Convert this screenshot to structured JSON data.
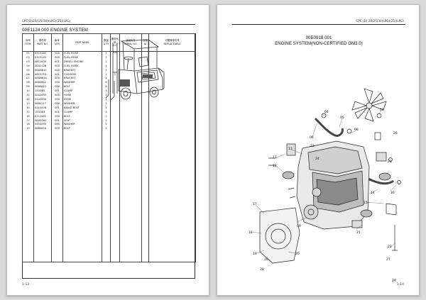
{
  "left_page": {
    "header": "CPC(D)20/(25/30)(LPG)(25)(LPG)",
    "section_title": "00E1124 000 ENGINE SYSTEM",
    "page_number": "1-13",
    "columns": [
      {
        "zh": "序号",
        "en": "ITEM"
      },
      {
        "zh": "零件号",
        "en": "PART NO."
      },
      {
        "zh": "版本",
        "en": "VER"
      },
      {
        "zh": "",
        "en": "PART NAME"
      },
      {
        "zh": "数量",
        "en": "Q'TY"
      },
      {
        "zh": "服务代码",
        "en": "S.C"
      },
      {
        "zh": "适用机号",
        "en": "SERIAL NO."
      },
      {
        "zh": "互换IA",
        "en": ""
      },
      {
        "zh": "可替换零件号",
        "en": "REPLACEABLE"
      }
    ],
    "rows": [
      {
        "item": "01",
        "part": "05C3162",
        "ver": "000",
        "name": "FUEL HOSE",
        "qty": "1",
        "sc": ""
      },
      {
        "item": "02",
        "part": "05C3163",
        "ver": "000",
        "name": "FUEL HOSE",
        "qty": "1",
        "sc": ""
      },
      {
        "item": "03",
        "part": "48C1630",
        "ver": "001",
        "name": "DIESEL ENGINE",
        "qty": "1",
        "sc": ""
      },
      {
        "item": "04",
        "part": "30A2128",
        "ver": "000",
        "name": "FUEL HOSE",
        "qty": "1",
        "sc": ""
      },
      {
        "item": "05",
        "part": "08DB815",
        "ver": "000",
        "name": "BRACKET",
        "qty": "1",
        "sc": ""
      },
      {
        "item": "06",
        "part": "48C3753",
        "ver": "001",
        "name": "CUSHION",
        "qty": "2",
        "sc": "2"
      },
      {
        "item": "07",
        "part": "08DB816",
        "ver": "000",
        "name": "BRACKET",
        "qty": "1",
        "sc": ""
      },
      {
        "item": "08",
        "part": "0880802",
        "ver": "000",
        "name": "WASHER",
        "qty": "8",
        "sc": ""
      },
      {
        "item": "09",
        "part": "0880812",
        "ver": "000",
        "name": "BOLT",
        "qty": "8",
        "sc": ""
      },
      {
        "item": "10",
        "part": "15G085",
        "ver": "001",
        "name": "CLAMP",
        "qty": "4",
        "sc": ""
      },
      {
        "item": "11",
        "part": "32A1633",
        "ver": "000",
        "name": "HOSE",
        "qty": "1",
        "sc": ""
      },
      {
        "item": "12",
        "part": "32A1634",
        "ver": "000",
        "name": "HOSE",
        "qty": "1",
        "sc": ""
      },
      {
        "item": "13",
        "part": "0880117",
        "ver": "000",
        "name": "WASHER",
        "qty": "2",
        "sc": ""
      },
      {
        "item": "14",
        "part": "0210008",
        "ver": "001",
        "name": "BANJO BOLT",
        "qty": "1",
        "sc": ""
      },
      {
        "item": "15",
        "part": "15G083",
        "ver": "001",
        "name": "CLAMP",
        "qty": "5",
        "sc": ""
      },
      {
        "item": "16",
        "part": "0112085",
        "ver": "000",
        "name": "BOLT",
        "qty": "1",
        "sc": ""
      },
      {
        "item": "17",
        "part": "08H2061",
        "ver": "001",
        "name": "SEAT",
        "qty": "1",
        "sc": ""
      },
      {
        "item": "18",
        "part": "0450090",
        "ver": "000",
        "name": "WASHER",
        "qty": "2",
        "sc": ""
      },
      {
        "item": "19",
        "part": "0880856",
        "ver": "000",
        "name": "BOLT",
        "qty": "2",
        "sc": ""
      }
    ]
  },
  "right_page": {
    "header": "CPC (D) 20/25/30(LPG)(25)(LPG)",
    "diagram_code": "00E0918 001",
    "diagram_title": "ENGINE SYSTEM(NON-CERTIFIED GM3.0)",
    "page_number": "1-14",
    "callouts": [
      "04",
      "05",
      "06",
      "08",
      "09",
      "10",
      "11",
      "12",
      "13",
      "14",
      "15",
      "16",
      "17",
      "18",
      "19",
      "20",
      "21",
      "22",
      "23",
      "24",
      "25",
      "26",
      "27",
      "28",
      "29",
      "30"
    ]
  }
}
